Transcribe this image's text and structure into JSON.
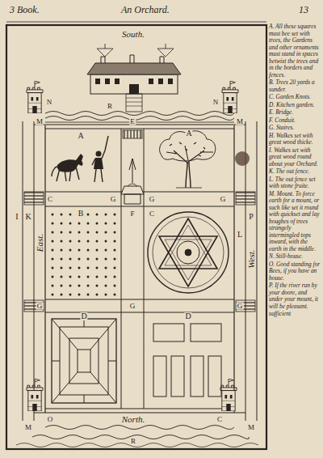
{
  "diagram": {
    "title": "An Orchard.",
    "labels": [
      "3 Book.",
      "13",
      "South.",
      "N",
      "N",
      "M",
      "R",
      "E",
      "M",
      "A",
      "A",
      "I",
      "K",
      "C",
      "G",
      "G",
      "G",
      "P",
      "East.",
      "B",
      "F",
      "C",
      "L",
      "West.",
      "G",
      "G",
      "G",
      "D",
      "D",
      "O",
      "C",
      "M",
      "North.",
      "M",
      "R",
      "A. All these squares must bee set with trees, the Gardens and other ornaments must stand in spaces betwixt the trees and in the borders and fences.",
      "B. Trees 20 yards a sunder.",
      "C. Garden Knots.",
      "D. Kitchen garden.",
      "E. Bridge.",
      "F. Conduit.",
      "G. Staires.",
      "H. Walkes set with great wood thicke.",
      "I. Walkes set with great wood round about your Orchard.",
      "K. The out fence.",
      "L. The out fence set with stone fruite.",
      "M. Mount. To force earth for a mount, or such like set it round with quickset and lay boughes of trees strangely intermingled tops inward, with the earth in the middle.",
      "N. Still-house.",
      "O. Good standing for Bees, if you have an house.",
      "P. If the river run by your doore, and under your mount, it will be pleasant.",
      "sufficient"
    ]
  }
}
